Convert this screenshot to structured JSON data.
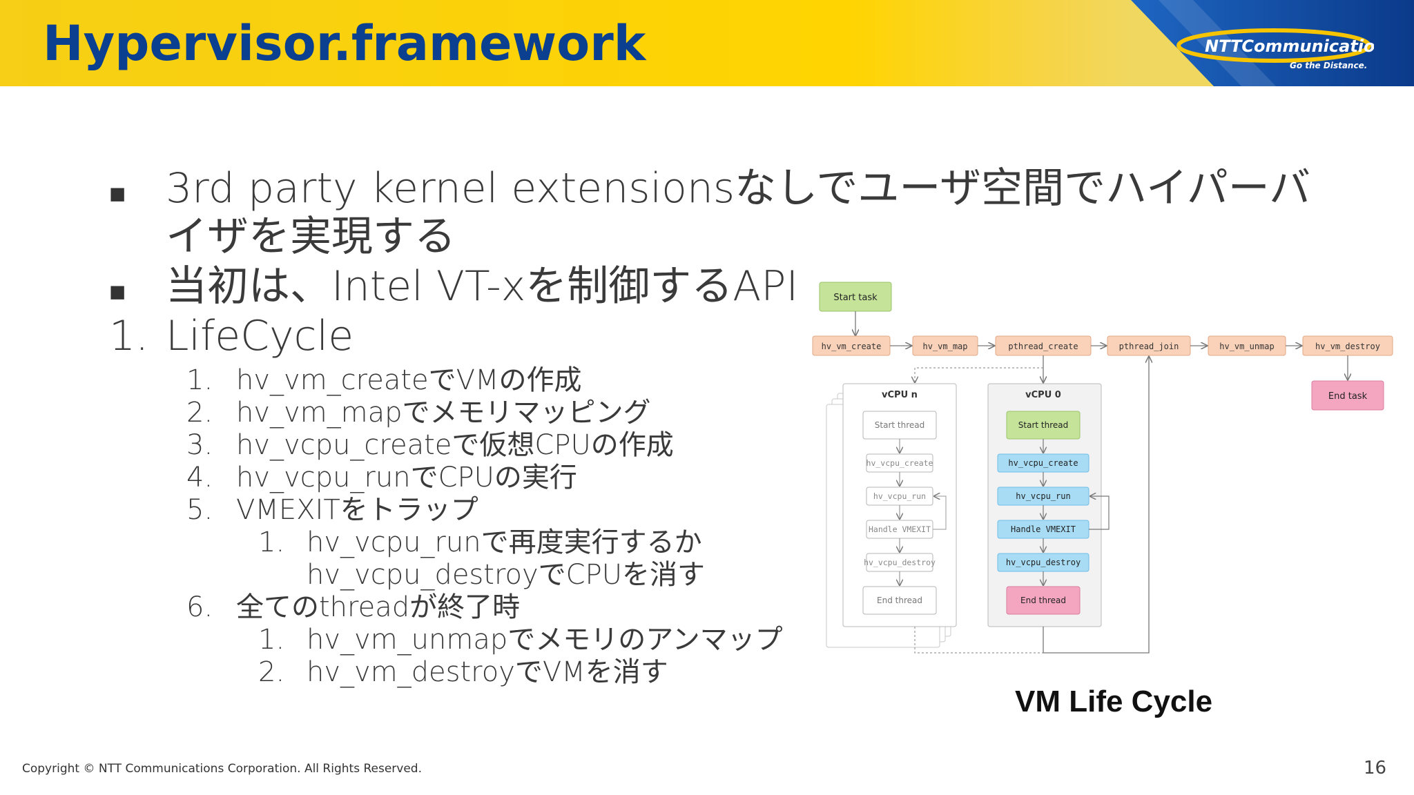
{
  "slide": {
    "title": "Hypervisor.framework",
    "logo_text": "NTTCommunications",
    "logo_tagline": "Go the Distance.",
    "page_number": "16",
    "copyright": "Copyright © NTT Communications Corporation. All Rights Reserved."
  },
  "bullets": {
    "b1_line1": "3rd party kernel extensionsなしでユーザ空間でハイパーバ",
    "b1_line2": "イザを実現する",
    "b2": "当初は、Intel VT-xを制御するAPI",
    "b3_num": "1.",
    "b3": "LifeCycle",
    "items": [
      {
        "num": "1.",
        "text": "hv_vm_createでVMの作成"
      },
      {
        "num": "2.",
        "text": "hv_vm_mapでメモリマッピング"
      },
      {
        "num": "3.",
        "text": "hv_vcpu_createで仮想CPUの作成"
      },
      {
        "num": "4.",
        "text": "hv_vcpu_runでCPUの実行"
      },
      {
        "num": "5.",
        "text": "VMEXITをトラップ"
      },
      {
        "num": "1.",
        "text": "hv_vcpu_runで再度実行するか"
      },
      {
        "num": "",
        "text": "hv_vcpu_destroyでCPUを消す"
      },
      {
        "num": "6.",
        "text": "全てのthreadが終了時"
      },
      {
        "num": "1.",
        "text": "hv_vm_unmapでメモリのアンマップ"
      },
      {
        "num": "2.",
        "text": "hv_vm_destroyでVMを消す"
      }
    ]
  },
  "diagram": {
    "caption": "VM Life Cycle",
    "start_task": "Start task",
    "end_task": "End task",
    "top_row": [
      "hv_vm_create",
      "hv_vm_map",
      "pthread_create",
      "pthread_join",
      "hv_vm_unmap",
      "hv_vm_destroy"
    ],
    "vcpu_n": {
      "title": "vCPU n",
      "steps": [
        "Start thread",
        "hv_vcpu_create",
        "hv_vcpu_run",
        "Handle VMEXIT",
        "hv_vcpu_destroy",
        "End thread"
      ]
    },
    "vcpu_0": {
      "title": "vCPU 0",
      "steps": [
        "Start thread",
        "hv_vcpu_create",
        "hv_vcpu_run",
        "Handle VMEXIT",
        "hv_vcpu_destroy",
        "End thread"
      ]
    },
    "colors": {
      "green": "#c5e49a",
      "orange": "#fad2b9",
      "blue": "#a8dcf5",
      "pink": "#f4a6c0",
      "gray_bg": "#f2f2f2"
    }
  }
}
